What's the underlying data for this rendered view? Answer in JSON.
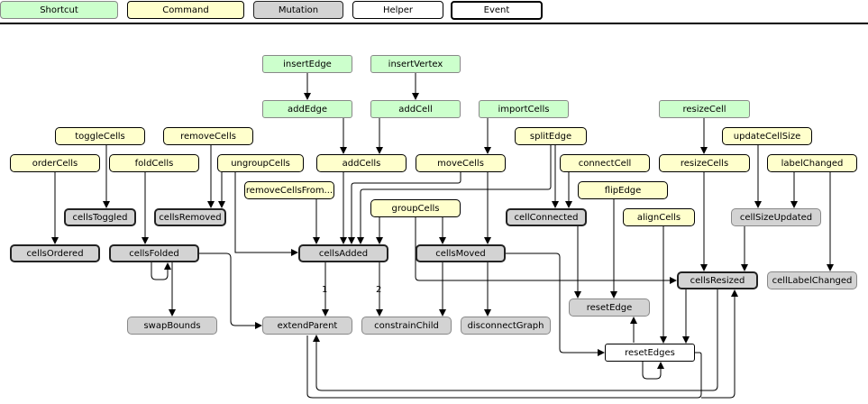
{
  "legend": {
    "shortcut": "Shortcut",
    "command": "Command",
    "mutation": "Mutation",
    "helper": "Helper",
    "event": "Event"
  },
  "nodes": {
    "insertEdge": "insertEdge",
    "insertVertex": "insertVertex",
    "addEdge": "addEdge",
    "addCell": "addCell",
    "importCells": "importCells",
    "resizeCellShortcut": "resizeCell",
    "toggleCells": "toggleCells",
    "removeCells": "removeCells",
    "splitEdge": "splitEdge",
    "updateCellSize": "updateCellSize",
    "orderCells": "orderCells",
    "foldCells": "foldCells",
    "ungroupCells": "ungroupCells",
    "addCells": "addCells",
    "moveCells": "moveCells",
    "connectCell": "connectCell",
    "resizeCells": "resizeCells",
    "labelChanged": "labelChanged",
    "removeCellsFrom": "removeCellsFrom...",
    "flipEdge": "flipEdge",
    "cellsToggled": "cellsToggled",
    "cellsRemoved": "cellsRemoved",
    "groupCells": "groupCells",
    "cellConnected": "cellConnected",
    "alignCells": "alignCells",
    "cellSizeUpdated": "cellSizeUpdated",
    "cellsOrdered": "cellsOrdered",
    "cellsFolded": "cellsFolded",
    "cellsAdded": "cellsAdded",
    "cellsMoved": "cellsMoved",
    "cellsResized": "cellsResized",
    "cellLabelChanged": "cellLabelChanged",
    "resetEdge": "resetEdge",
    "swapBounds": "swapBounds",
    "extendParent": "extendParent",
    "constrainChild": "constrainChild",
    "disconnectGraph": "disconnectGraph",
    "resetEdges": "resetEdges"
  },
  "edge_labels": {
    "first": "1",
    "second": "2"
  },
  "colors": {
    "shortcut": "#ccffcc",
    "command": "#ffffcc",
    "mutation": "#d3d3d3",
    "helper": "#ffffff",
    "event": "#ffffff"
  }
}
